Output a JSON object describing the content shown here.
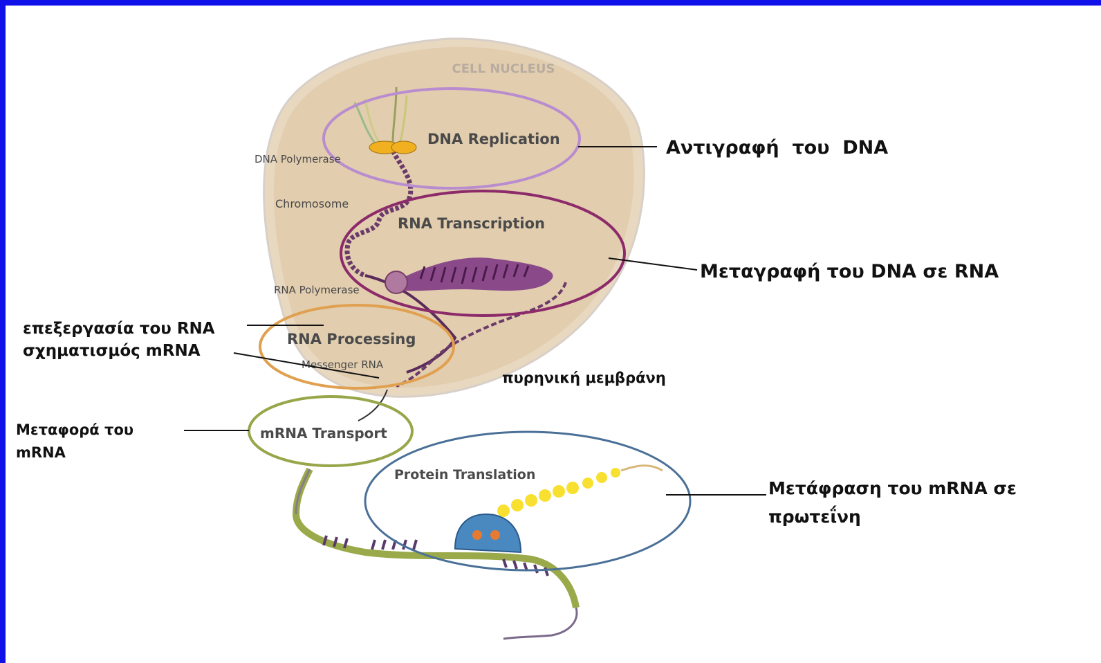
{
  "diagram": {
    "nucleus_label": "CELL NUCLEUS",
    "stages": {
      "dna_replication": "DNA Replication",
      "rna_transcription": "RNA Transcription",
      "rna_processing": "RNA Processing",
      "mrna_transport": "mRNA Transport",
      "protein_translation": "Protein Translation"
    },
    "parts": {
      "dna_polymerase": "DNA Polymerase",
      "chromosome": "Chromosome",
      "rna_polymerase": "RNA Polymerase",
      "messenger_rna": "Messenger RNA"
    },
    "greek": {
      "dna_replication": "Αντιγραφή  του  DNA",
      "transcription": "Μεταγραφή του DNA σε RNA",
      "processing_1": "επεξεργασία του RNA",
      "processing_2": "σχηματισμός mRNA",
      "membrane": "πυρηνική μεμβράνη",
      "transport_1": "Μεταφορά του",
      "transport_2": "mRNA",
      "translation_1": "Μετάφραση του mRNA σε",
      "translation_2": "πρωτεΐνη"
    },
    "colors": {
      "frame": "#1010e8",
      "nucleus": "#e8d7bf",
      "replication_ring": "#b98cd0",
      "transcription_ring": "#8c2a6a",
      "processing_ring": "#e0a050",
      "transport_ring": "#98a64a",
      "translation_ring": "#4a7098"
    }
  }
}
